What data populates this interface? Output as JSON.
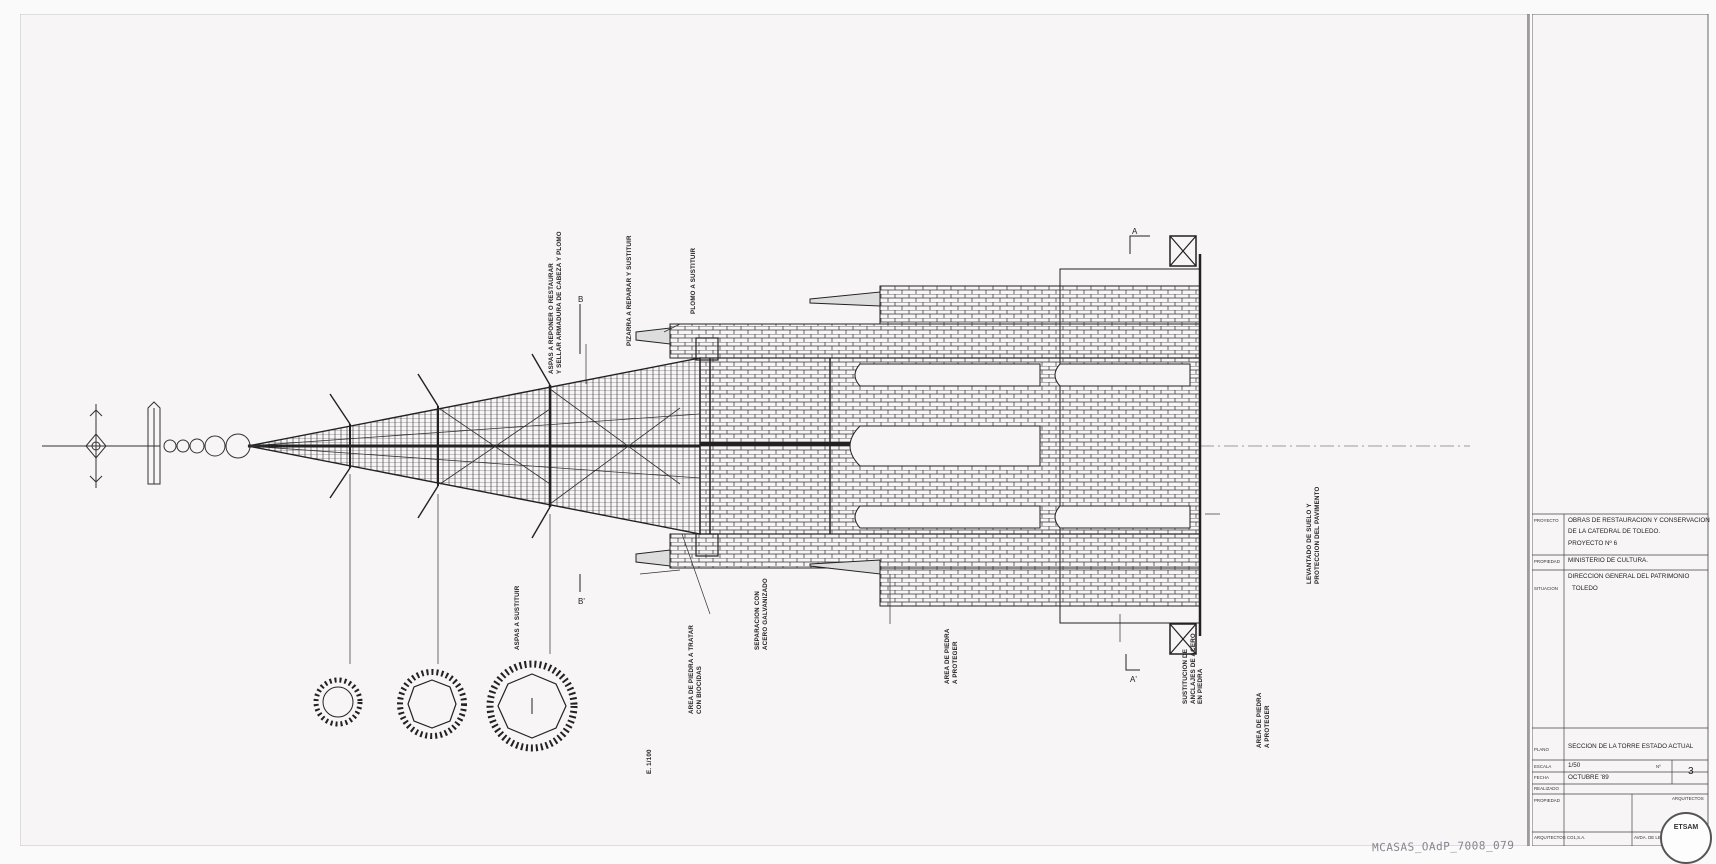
{
  "drawing": {
    "annotations": {
      "aspas_reponer": "ASPAS A REPONER O RESTAURAR\nY SELLAR ARMADURA DE CABEZA Y PLOMO",
      "pizarra": "PIZARRA A REPARAR Y SUSTITUIR",
      "plomo": "PLOMO A SUSTITUIR",
      "aspas_sustituir": "ASPAS A SUSTITUIR",
      "area_tratar": "AREA DE PIEDRA A TRATAR\nCON BIOCIDAS",
      "separacion": "SEPARACION CON\nACERO GALVANIZADO",
      "area_proteger_1": "AREA DE PIEDRA\nA PROTEGER",
      "sustitucion": "SUSTITUCION DE\nANCLAJES DE ACERO\nEN PIEDRA",
      "area_proteger_2": "AREA DE PIEDRA\nA PROTEGER",
      "levantado": "LEVANTADO DE SUELO Y\nPROTECCION DEL PAVIMENTO",
      "scale_note": "E. 1/100"
    },
    "section_marks": {
      "a": "A",
      "b": "B",
      "b_prime": "B'",
      "a_prime": "A'"
    }
  },
  "title_block": {
    "proyecto_label": "PROYECTO",
    "proyecto_line1": "OBRAS DE RESTAURACION Y CONSERVACION",
    "proyecto_line2": "DE LA CATEDRAL DE TOLEDO.",
    "proyecto_number": "PROYECTO Nº 6",
    "propiedad_label": "PROPIEDAD",
    "propiedad_line1": "MINISTERIO DE CULTURA.",
    "propiedad_line2": "DIRECCION GENERAL DEL PATRIMONIO",
    "situacion_label": "SITUACION",
    "situacion_value": "TOLEDO",
    "plano_label": "PLANO",
    "plano_value": "SECCION DE LA TORRE  ESTADO ACTUAL",
    "escala_label": "ESCALA",
    "escala_value": "1/50",
    "numero_label": "Nº",
    "numero_value": "3",
    "fecha_label": "FECHA",
    "fecha_value": "OCTUBRE '89",
    "realizado_label": "REALIZADO",
    "propiedad2_label": "PROPIEDAD",
    "arquitectos_label": "ARQUITECTOS",
    "firm_label": "ARQUITECTOS CO1,S.A.",
    "address_label": "AVDA. DE LEVANTE"
  },
  "archive_id": "MCASAS_OAdP_7008_079",
  "seal_text": "ETSAM"
}
